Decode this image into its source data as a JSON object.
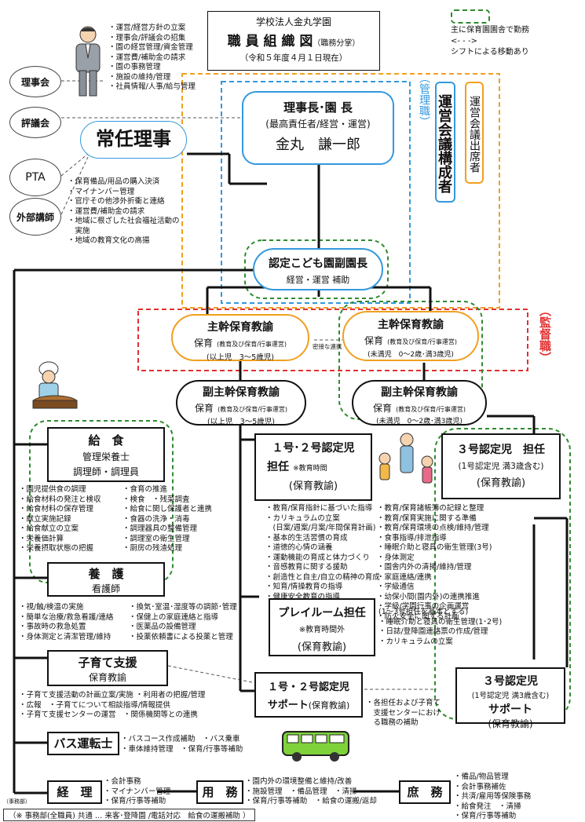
{
  "header": {
    "org": "学校法人金丸学園",
    "title": "職 員 組 織 図",
    "title_sub": "（職務分掌）",
    "date": "（令和５年度４月１日現在）"
  },
  "legend": {
    "green": "主に保育園園舎で勤務",
    "arrow": "<‐ ‐ ‐>",
    "arrow_desc": "シフトによる移動あり"
  },
  "side_circles": [
    "理事会",
    "評議会",
    "PTA",
    "外部講師"
  ],
  "vertical_labels": {
    "kanri": "（管理職）",
    "unei": "運営会議構成者",
    "shusseki": "運営会議出席者",
    "kantoku": "（監督職）"
  },
  "director_duties": [
    "・運営/経営方針の立案",
    "・理事会/評議会の招集",
    "・園の経営管理/資金管理",
    "・運営費/補助金の請求",
    "・園の事務管理",
    "・施設の維持/管理",
    "・社員情報/人事/給与管理"
  ],
  "joninriji": "常任理事",
  "rijicho": {
    "title": "理事長･園 長",
    "sub": "(最高責任者/経営・運営)",
    "name": "金丸　謙一郎"
  },
  "riji_duties": [
    "・保育備品/用品の購入決済",
    "・マイナンバー管理",
    "・官庁その他渉外折衝と連絡",
    "・運営費/補助金の請求",
    "・地域に根ざした社会福祉活動の",
    "　実施",
    "・地域の教育文化の高揚"
  ],
  "vice": {
    "title": "認定こども園副園長",
    "sub": "経営・運営 補助"
  },
  "chief_left": {
    "title": "主幹保育教諭",
    "line": "保育",
    "line_small": "(教育及び保育/行事運営)",
    "age": "(以上児　3～5歳児)"
  },
  "chief_right": {
    "title": "主幹保育教諭",
    "line": "保育",
    "line_small": "(教育及び保育/行事運営)",
    "age": "(未満児　0～2歳･満3歳児)"
  },
  "mitsu": "密接な連携",
  "vice_left": {
    "title": "副主幹保育教諭",
    "line": "保育",
    "line_small": "(教育及び保育/行事運営)",
    "age": "(以上児　3～5歳児)"
  },
  "vice_right": {
    "title": "副主幹保育教諭",
    "line": "保育",
    "line_small": "(教育及び保育/行事運営)",
    "age": "(未満児　0～2歳･満3歳児)"
  },
  "kyushoku": {
    "title": "給　食",
    "l1": "管理栄養士",
    "l2": "調理師・調理員"
  },
  "kyushoku_duties_a": [
    "・園児提供食の調理",
    "・給食材料の発注と検収",
    "・給食材料の保存管理",
    "・献立実施記録",
    "・給食献立の立案",
    "・栄養価計算",
    "・栄養摂取状態の把握"
  ],
  "kyushoku_duties_b": [
    "・食育の推進",
    "・検食　・残菜調査",
    "・給食に関し保護者と連携",
    "・食器の洗浄・消毒",
    "・調理器具の整備管理",
    "・調理室の衛生管理",
    "・厨房の残渣処理"
  ],
  "tanin12": {
    "title": "１号･２号認定児",
    "tannin": "担任",
    "note": "※教育時間",
    "sub": "(保育教諭)"
  },
  "tanin12_duties": [
    "・教育/保育指針に基づいた指導",
    "・カリキュラムの立案",
    "　(日案/週案/月案/年間保育計画)",
    "・基本的生活習慣の育成",
    "・道徳的心情の涵養",
    "・運動機能の育成と体力づくり",
    "・音感教育に関する援助",
    "・創造性と自主/自立の精神の育成",
    "・知育/情操教育の指導",
    "・健康安全教育の指導"
  ],
  "tanin3": {
    "title": "３号認定児　担任",
    "age": "(1号認定児 満3歳含む)",
    "sub": "(保育教諭)"
  },
  "tanin3_duties": [
    "・教育/保育諸帳簿の記録と整理",
    "・教育/保育実施に関する準備",
    "・教育/保育環境の点検/維持/管理",
    "・食事指導/排泄指導",
    "・睡眠介助と寝具の衛生管理(3号)",
    "・身体測定",
    "・園舎内外の清掃/維持/管理",
    "・家庭連絡/連携",
    "・学級通信",
    "・幼保小間(園内外)の連携推進",
    "・学級/学園行事の企画運営",
    "・防火安全に関する計画"
  ],
  "yogo": {
    "title": "養　護",
    "sub": "看護師"
  },
  "yogo_duties_a": [
    "・視/触/検温の実施",
    "・簡単な治療/救急看護/連絡",
    "・事故時の救急処置",
    "・身体測定と清潔管理/維持"
  ],
  "yogo_duties_b": [
    "・換気･室温･湿度等の調節･管理",
    "・保健上の家庭連絡と指導",
    "・医薬品の設備管理",
    "・投薬依頼書による投薬と管理"
  ],
  "playroom": {
    "title": "プレイルーム担任",
    "note": "※教育時間外",
    "sub": "(保育教諭)"
  },
  "playroom_duties": [
    "(1～3号担任を基本とする)",
    "・睡眠介助と寝具の衛生管理(1･2号)",
    "・日誌/登降園連絡票の作成/管理",
    "・カリキュラムの立案"
  ],
  "kosodate": {
    "title": "子育て支援",
    "sub": "保育教諭"
  },
  "kosodate_duties": [
    "・子育て支援活動の計画立案/実施 ・利用者の把握/管理",
    "・広報　・子育てについて相談指導/情報提供",
    "・子育て支援センターの運営　・関係機関等との連携"
  ],
  "support12": {
    "title": "１号・２号認定児",
    "sub1": "サポート",
    "sub2": "(保育教諭)"
  },
  "support12_duties": [
    "・各担任および子育て",
    "　支援センターにおけ",
    "　る職務の補助"
  ],
  "support3": {
    "title": "３号認定児",
    "age": "(1号認定児 満3歳含む)",
    "sub1": "サポート",
    "sub2": "(保育教諭)"
  },
  "bus": {
    "title": "バス運転士",
    "duties": [
      "・バスコース作成補助　・バス乗車",
      "・車体維持管理　・保育/行事等補助"
    ]
  },
  "jimubu": "（事務部）",
  "keiri": {
    "title": "経　理",
    "duties": [
      "・会計事務",
      "・マイナンバー管理",
      "・保育/行事等補助"
    ]
  },
  "yomu": {
    "title": "用　務",
    "duties": [
      "・園内外の環境整備と維持/改善",
      "・施設管理　・備品管理　・清掃",
      "・保育/行事等補助　・給食の運搬/返却"
    ]
  },
  "shomu": {
    "title": "庶　務",
    "duties": [
      "・備品/物品管理",
      "・会計事務補佐",
      "・共済/雇用等保険事務",
      "・給食発注　・清掃",
      "・保育/行事等補助"
    ]
  },
  "footer": "（※ 事務部(全職員) 共通 … 来客･登降園 /電話対応　給食の運搬補助 ）",
  "colors": {
    "green": "#2e8b2e",
    "orange": "#f0a020",
    "blue": "#3399dd",
    "red": "#e23030"
  }
}
